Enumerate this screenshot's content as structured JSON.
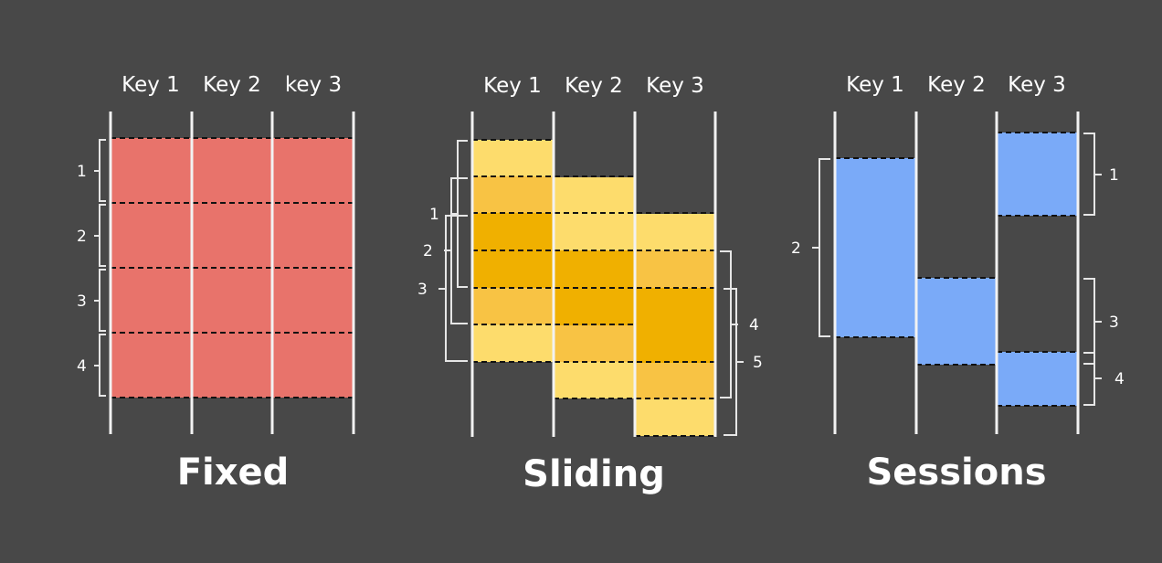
{
  "panels": [
    {
      "id": "fixed",
      "title": "Fixed",
      "keys": [
        "Key 1",
        "Key 2",
        "key 3"
      ],
      "window_labels": [
        "1",
        "2",
        "3",
        "4"
      ]
    },
    {
      "id": "sliding",
      "title": "Sliding",
      "keys": [
        "Key 1",
        "Key 2",
        "Key 3"
      ],
      "window_labels": [
        "1",
        "2",
        "3",
        "4",
        "5"
      ]
    },
    {
      "id": "sessions",
      "title": "Sessions",
      "keys": [
        "Key 1",
        "Key 2",
        "Key 3"
      ],
      "window_labels": [
        "2",
        "1",
        "3",
        "4"
      ]
    }
  ],
  "colors": {
    "background": "#484848",
    "fixed_fill": "#e8736b",
    "sliding_light": "#fddc6c",
    "sliding_mid": "#f8c344",
    "sliding_dark": "#f0b000",
    "session_fill": "#7aaaf8"
  }
}
